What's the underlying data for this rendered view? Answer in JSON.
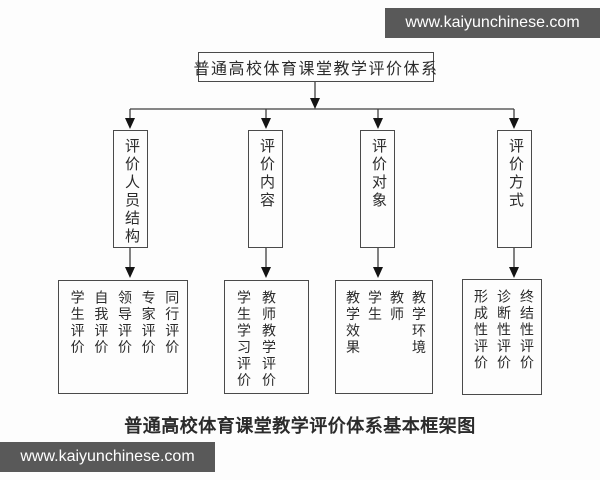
{
  "watermark": {
    "text": "www.kaiyunchinese.com"
  },
  "colors": {
    "watermark_bar_bg": "#595959",
    "watermark_text": "#ffffff",
    "line": "#3f3f3f",
    "arrow": "#141414",
    "box_border": "#4a4a4a",
    "text": "#2b2b2b",
    "background": "#fdfdfd"
  },
  "diagram": {
    "root": {
      "label": "普通高校体育课堂教学评价体系"
    },
    "branches": [
      {
        "label": "评价人员结构",
        "items": [
          "学生评价",
          "自我评价",
          "领导评价",
          "专家评价",
          "同行评价"
        ]
      },
      {
        "label": "评价内容",
        "items": [
          "学生学习评价",
          "教师教学评价"
        ]
      },
      {
        "label": "评价对象",
        "items": [
          "教学效果",
          "学生",
          "教师",
          "教学环境"
        ]
      },
      {
        "label": "评价方式",
        "items": [
          "形成性评价",
          "诊断性评价",
          "终结性评价"
        ]
      }
    ],
    "caption": "普通高校体育课堂教学评价体系基本框架图"
  }
}
